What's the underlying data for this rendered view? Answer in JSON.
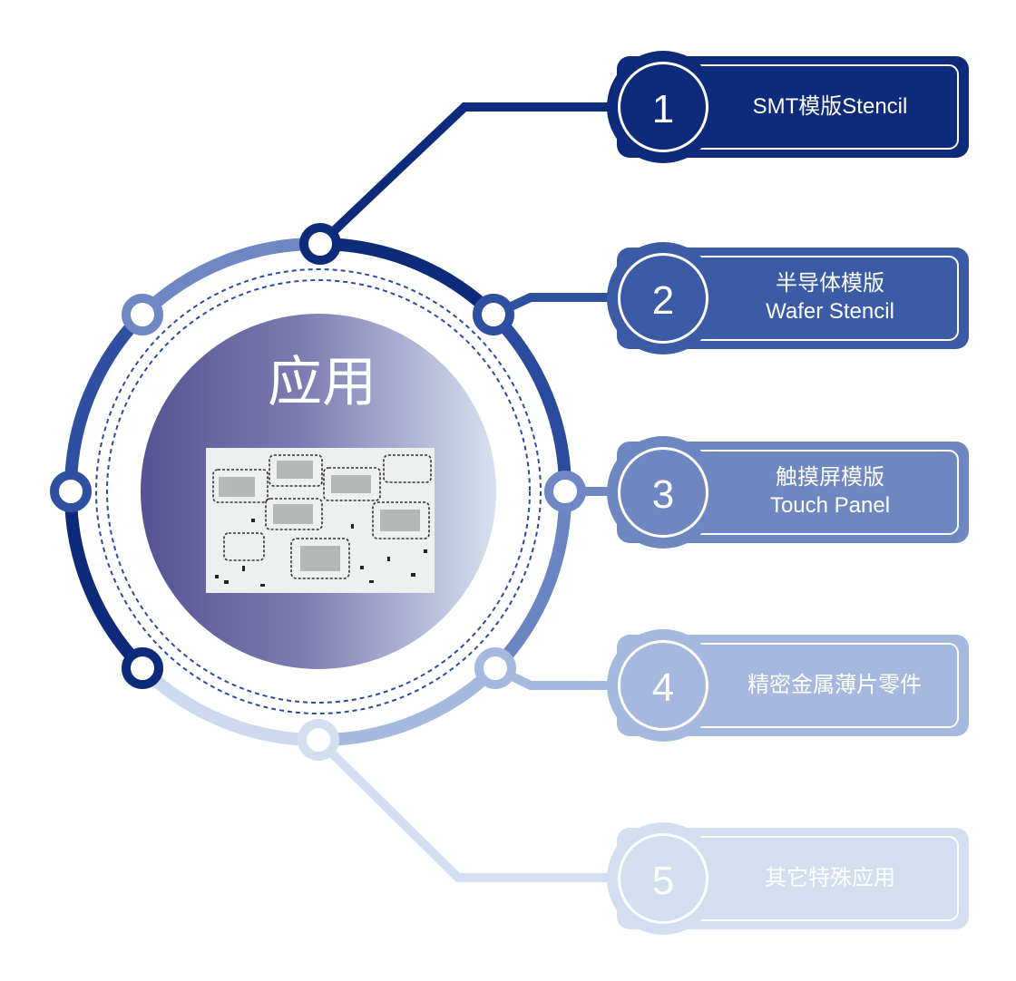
{
  "center": {
    "title": "应用",
    "photo": "stencil-photo"
  },
  "items": [
    {
      "number": "1",
      "line1": "SMT模版Stencil",
      "line2": "",
      "color": "#0e2a7a"
    },
    {
      "number": "2",
      "line1": "半导体模版",
      "line2": "Wafer Stencil",
      "color": "#3c5ba6"
    },
    {
      "number": "3",
      "line1": "触摸屏模版",
      "line2": "Touch Panel",
      "color": "#6f87c1"
    },
    {
      "number": "4",
      "line1": "精密金属薄片零件",
      "line2": "",
      "color": "#a5b8dd"
    },
    {
      "number": "5",
      "line1": "其它特殊应用",
      "line2": "",
      "color": "#d3def1"
    }
  ]
}
